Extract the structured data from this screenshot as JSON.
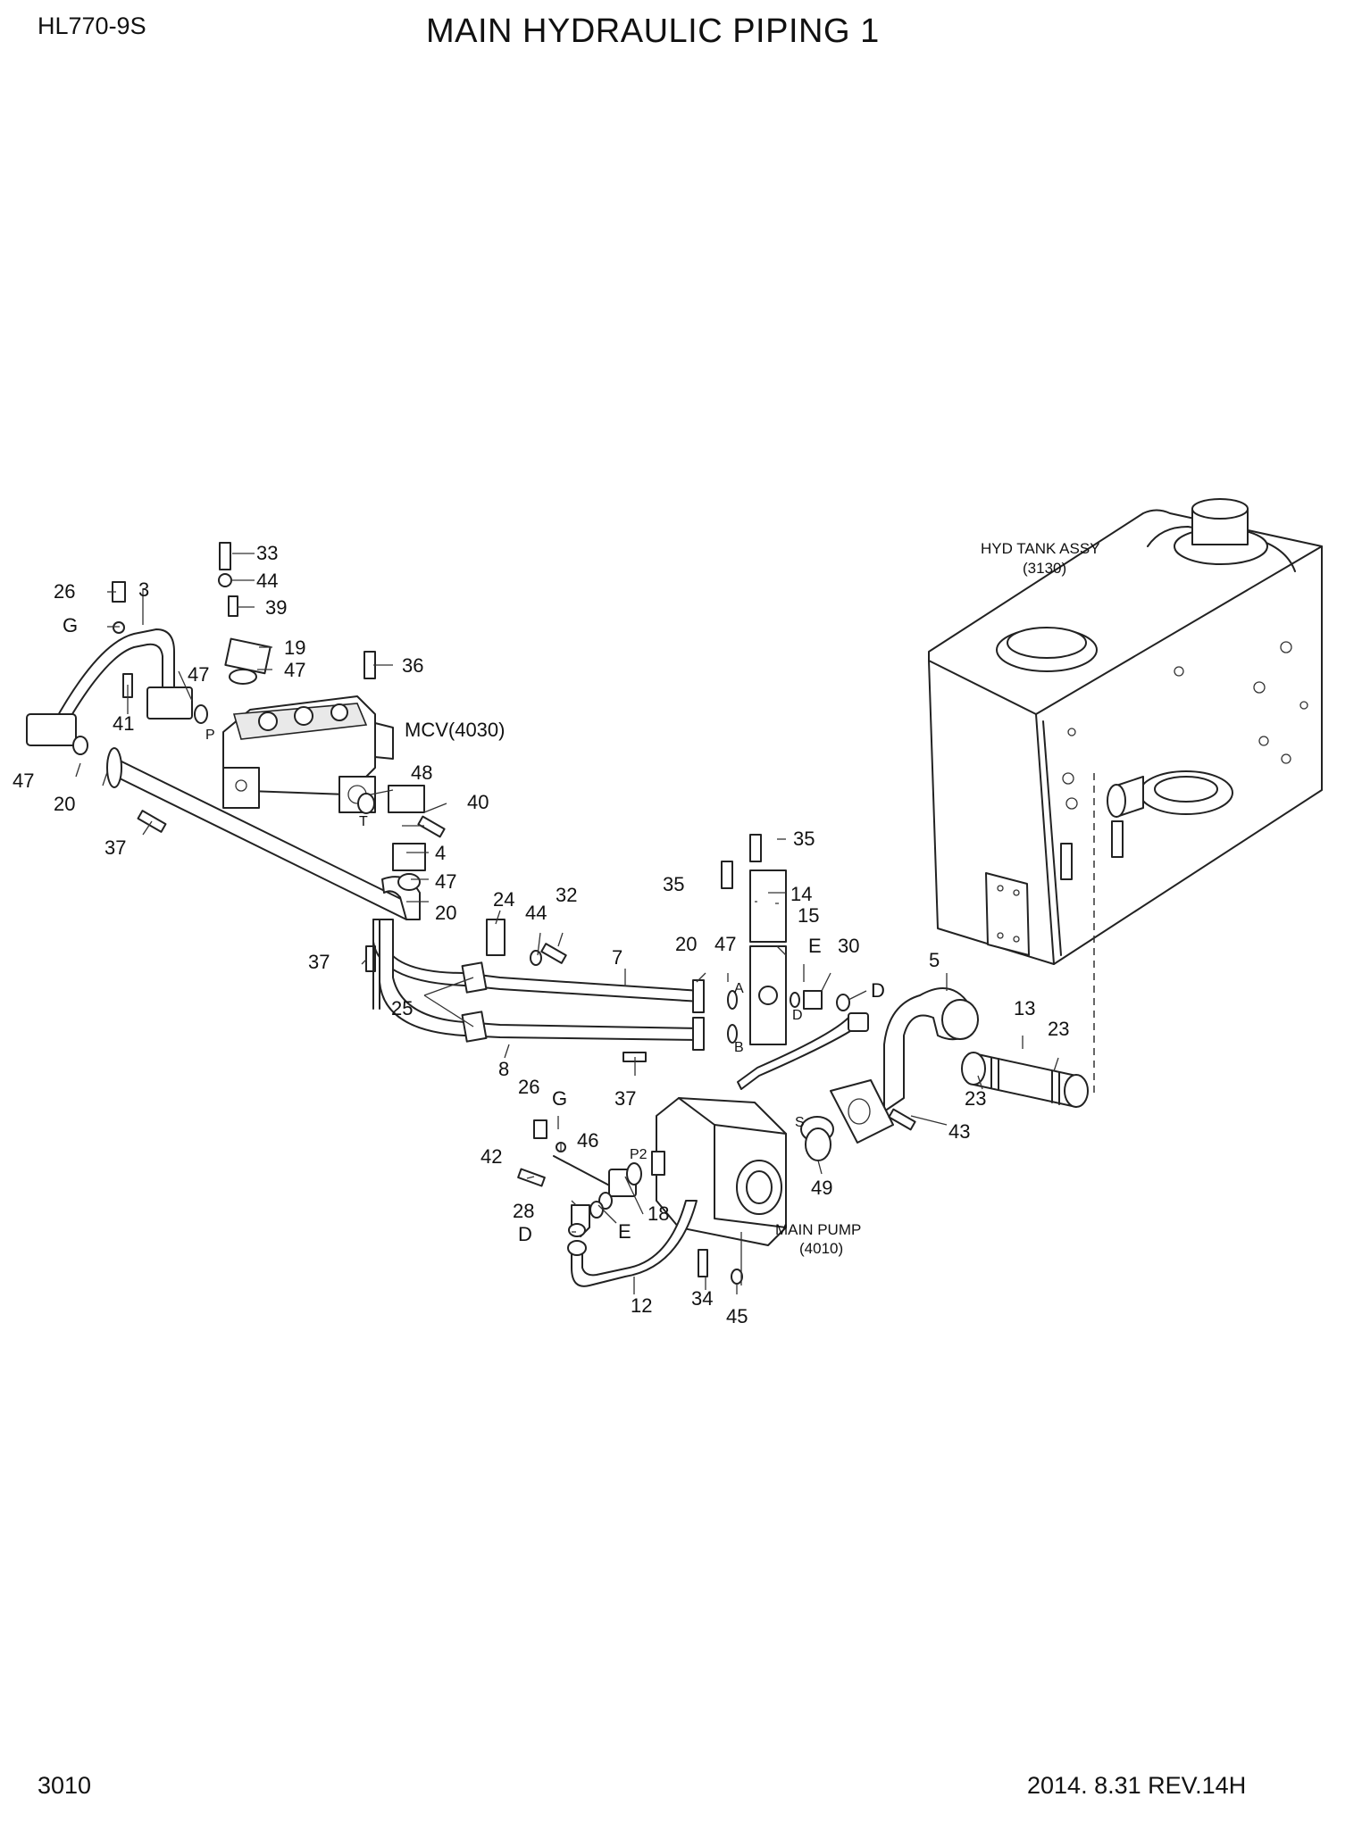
{
  "header": {
    "model": "HL770-9S",
    "title": "MAIN HYDRAULIC PIPING 1"
  },
  "footer": {
    "page_number": "3010",
    "revision": "2014. 8.31  REV.14H"
  },
  "assemblies": {
    "hyd_tank": {
      "name": "HYD TANK ASSY",
      "ref": "(3130)"
    },
    "mcv": {
      "name": "MCV(4030)"
    },
    "main_pump": {
      "name": "MAIN PUMP",
      "ref": "(4010)"
    }
  },
  "port_marks": {
    "p": "P",
    "t": "T",
    "a": "A",
    "b": "B",
    "d": "D",
    "s": "S",
    "p2": "P2"
  },
  "callouts": [
    "33",
    "44",
    "39",
    "19",
    "47",
    "36",
    "26",
    "3",
    "G",
    "47",
    "41",
    "47",
    "20",
    "37",
    "48",
    "40",
    "4",
    "47",
    "20",
    "24",
    "44",
    "32",
    "35",
    "14",
    "35",
    "15",
    "20",
    "47",
    "E",
    "30",
    "D",
    "7",
    "37",
    "25",
    "8",
    "37",
    "5",
    "13",
    "23",
    "23",
    "43",
    "26",
    "G",
    "46",
    "42",
    "18",
    "28",
    "E",
    "D",
    "12",
    "34",
    "45",
    "49"
  ]
}
